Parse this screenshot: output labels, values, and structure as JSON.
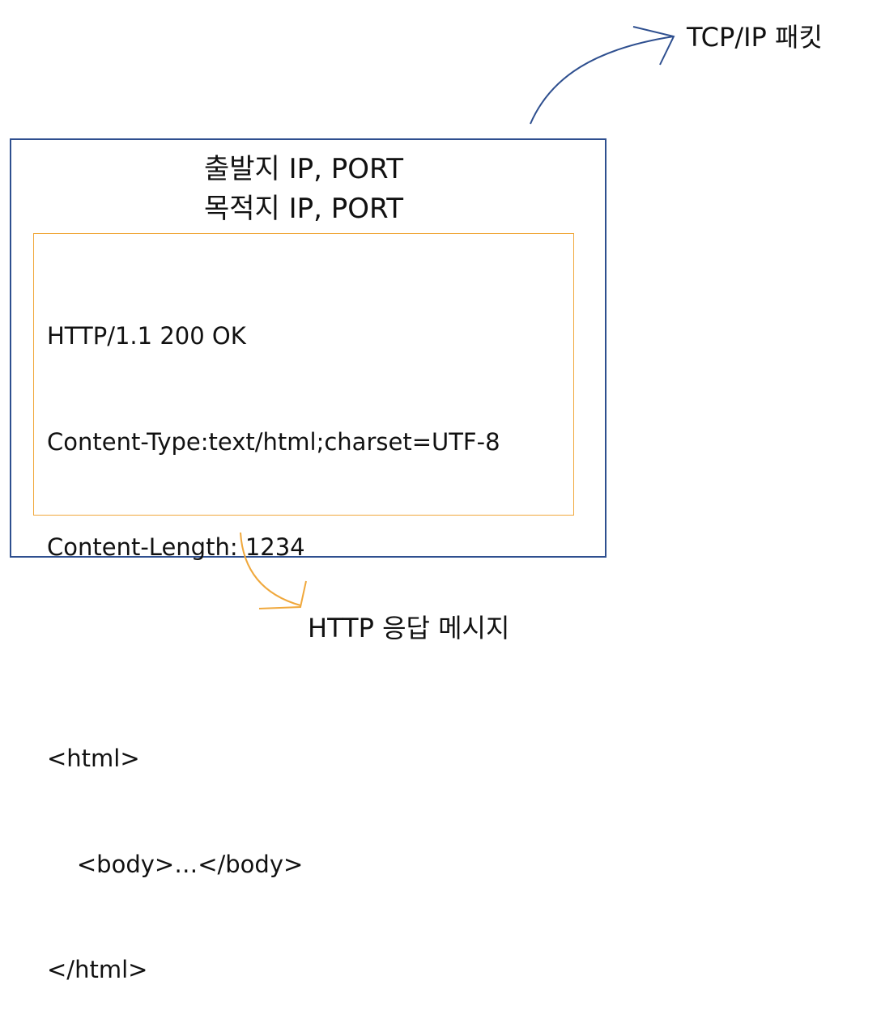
{
  "packet_header": {
    "source_line": "출발지 IP, PORT",
    "destination_line": "목적지 IP, PORT"
  },
  "http_message": {
    "lines": [
      "HTTP/1.1 200 OK",
      "Content-Type:text/html;charset=UTF-8",
      "Content-Length: 1234",
      "",
      "<html>",
      "    <body>…</body>",
      "</html>"
    ]
  },
  "labels": {
    "tcp_ip_packet": "TCP/IP 패킷",
    "http_response_message": "HTTP 응답 메시지"
  },
  "colors": {
    "packet_border": "#2e4f8f",
    "message_border": "#f0a83c"
  }
}
